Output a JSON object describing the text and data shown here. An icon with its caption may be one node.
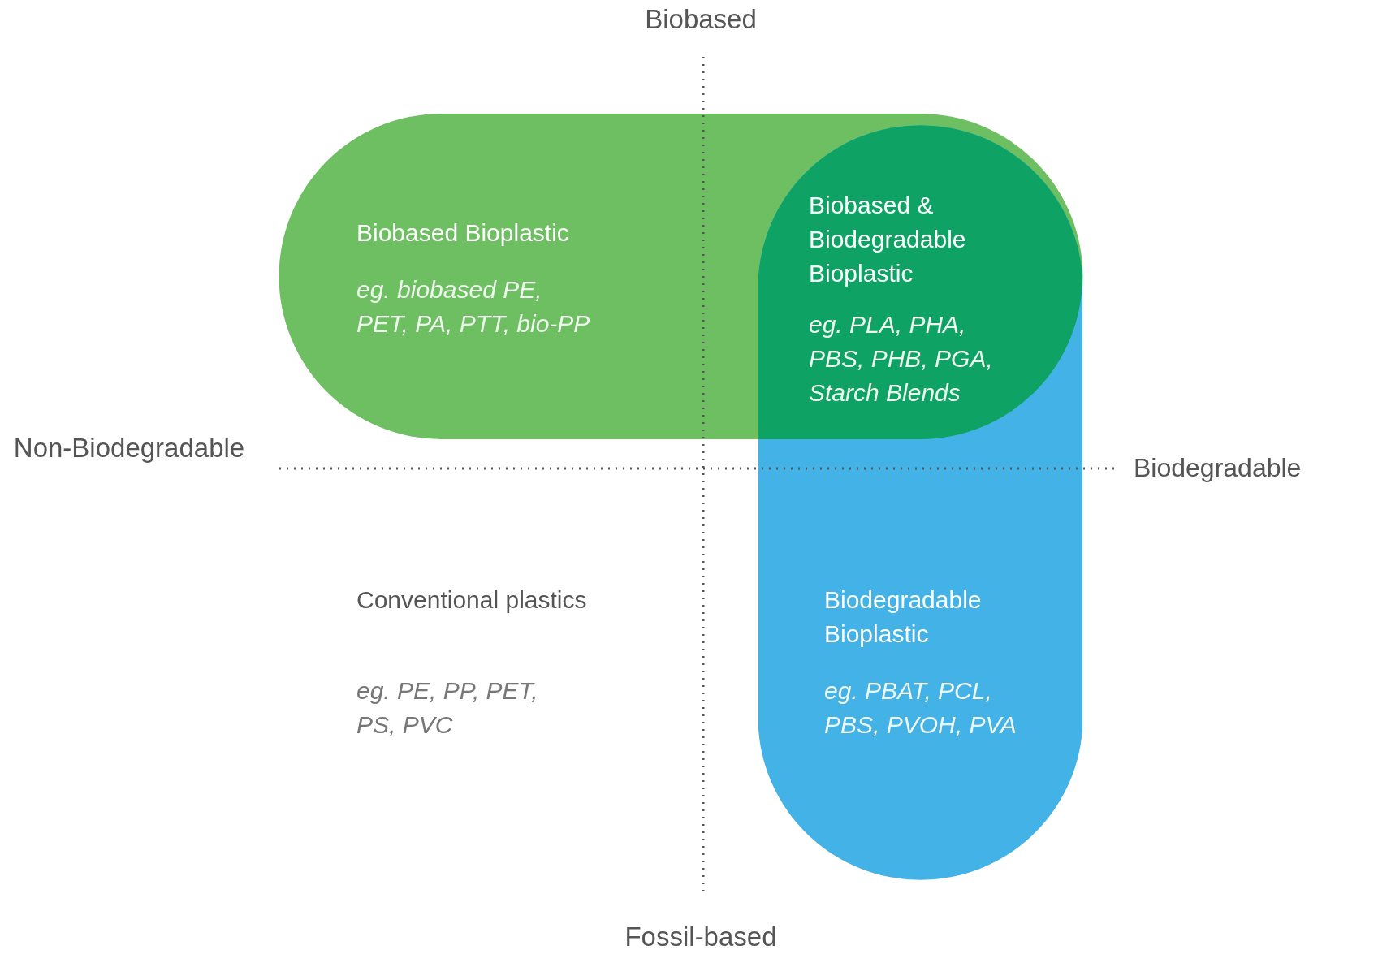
{
  "diagram": {
    "nodes": [
      {
        "text": [
          "Biobased Bioplastic",
          "eg. biobased PE, PET, PA, PTT, bio-PP"
        ]
      },
      {
        "text": [
          "Biobased & Biodegradable Bioplastic",
          "eg. PLA, PHA, PBS, PHB, PGA, Starch Blends"
        ]
      },
      {
        "text": [
          "Biodegradable Bioplastic",
          "eg. PBAT, PCL, PBS, PVOH, PVA"
        ]
      }
    ],
    "labels": [
      "Biobased",
      "Non-Biodegradable",
      "Biodegradable",
      "Conventional plastics",
      "eg. PE, PP, PET, PS, PVC",
      "Fossil-based"
    ]
  }
}
